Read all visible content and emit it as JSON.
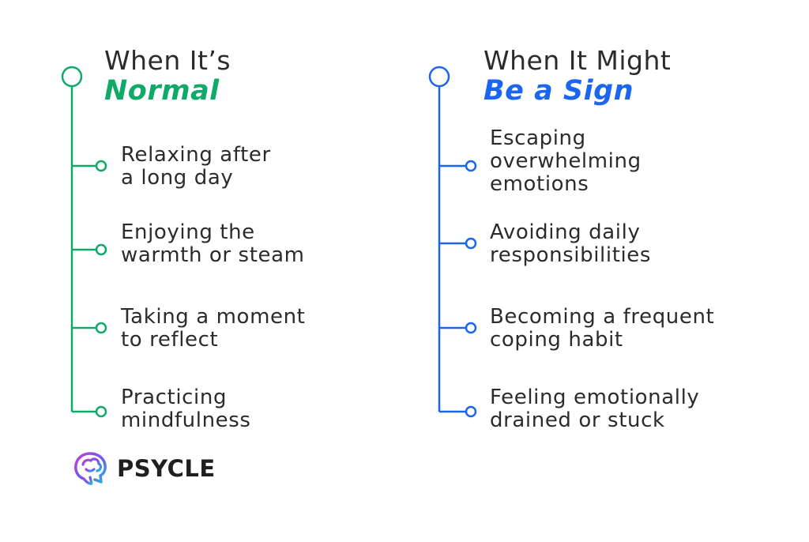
{
  "colors": {
    "normal_accent": "#0fa968",
    "sign_accent": "#1a66f0",
    "text": "#2b2b2b"
  },
  "columns": [
    {
      "id": "normal",
      "title_line1": "When It’s",
      "title_line2": "Normal",
      "items": [
        {
          "lines": [
            "Relaxing after",
            "a long day"
          ]
        },
        {
          "lines": [
            "Enjoying the",
            "warmth or steam"
          ]
        },
        {
          "lines": [
            "Taking a moment",
            "to reflect"
          ]
        },
        {
          "lines": [
            "Practicing",
            "mindfulness"
          ]
        }
      ]
    },
    {
      "id": "sign",
      "title_line1": "When It Might",
      "title_line2": "Be a Sign",
      "items": [
        {
          "lines": [
            "Escaping",
            "overwhelming",
            "emotions"
          ]
        },
        {
          "lines": [
            "Avoiding daily",
            "responsibilities"
          ]
        },
        {
          "lines": [
            "Becoming a frequent",
            "coping habit"
          ]
        },
        {
          "lines": [
            "Feeling emotionally",
            "drained or stuck"
          ]
        }
      ]
    }
  ],
  "logo": {
    "icon": "brain-head-icon",
    "text": "PSYCLE"
  }
}
